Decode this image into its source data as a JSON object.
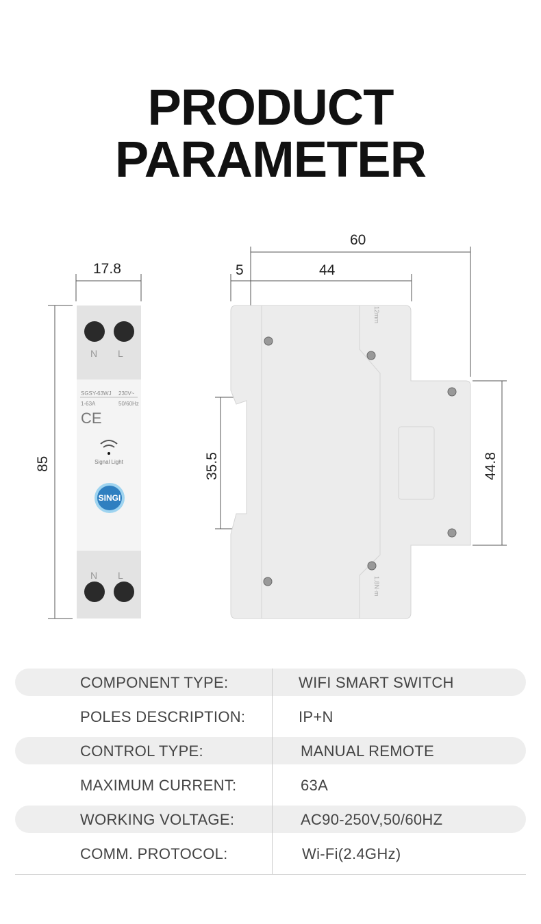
{
  "title": {
    "line1": "PRODUCT",
    "line2": "PARAMETER"
  },
  "dimensions": {
    "width_front": "17.8",
    "height": "85",
    "total_depth": "60",
    "offset": "5",
    "body_depth": "44",
    "rail": "35.5",
    "front_height": "44.8"
  },
  "device": {
    "model": "SGSY-63WJ",
    "voltage": "230V~",
    "current": "1-63A",
    "freq": "50/60Hz",
    "ce": "CE",
    "terminal_n": "N",
    "terminal_l": "L",
    "signal_label": "Signal Light",
    "brand": "SINGI",
    "side_top": "12mm",
    "side_bottom": "1.8N·m"
  },
  "specs": [
    {
      "label": "COMPONENT TYPE:",
      "value": "WIFI SMART SWITCH"
    },
    {
      "label": "POLES DESCRIPTION:",
      "value": "IP+N"
    },
    {
      "label": "CONTROL TYPE:",
      "value": "MANUAL REMOTE"
    },
    {
      "label": "MAXIMUM CURRENT:",
      "value": "63A"
    },
    {
      "label": "WORKING VOLTAGE:",
      "value": "AC90-250V,50/60HZ"
    },
    {
      "label": "COMM. PROTOCOL:",
      "value": "Wi-Fi(2.4GHz)"
    }
  ]
}
